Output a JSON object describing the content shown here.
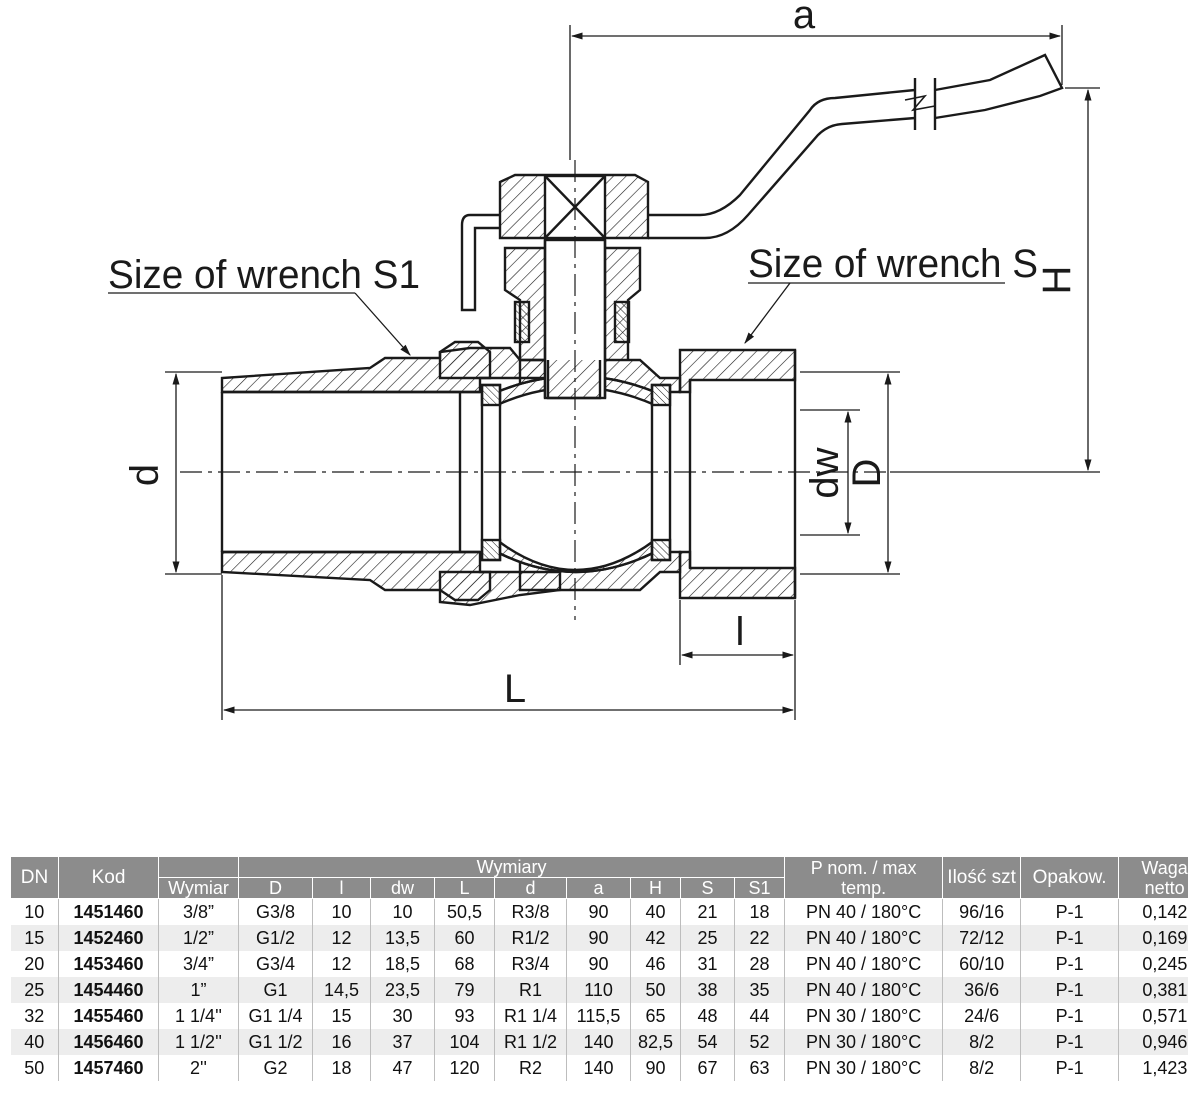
{
  "drawing": {
    "labels": {
      "a": "a",
      "H": "H",
      "d": "d",
      "dw": "dw",
      "D": "D",
      "l": "l",
      "L": "L",
      "wrench_s1": "Size of wrench S1",
      "wrench_s": "Size of wrench S"
    }
  },
  "table": {
    "headers": {
      "dn": "DN",
      "kod": "Kod",
      "wymiary": "Wymiary",
      "pnom_line1": "P nom. / max",
      "pnom_line2": "temp.",
      "ilosc": "Ilość szt",
      "opakow": "Opakow.",
      "waga_line1": "Waga",
      "waga_line2": "netto",
      "sub": [
        "Wymiar",
        "D",
        "l",
        "dw",
        "L",
        "d",
        "a",
        "H",
        "S",
        "S1"
      ]
    },
    "rows": [
      [
        "10",
        "1451460",
        "3/8”",
        "G3/8",
        "10",
        "10",
        "50,5",
        "R3/8",
        "90",
        "40",
        "21",
        "18",
        "PN 40 / 180°C",
        "96/16",
        "P-1",
        "0,142"
      ],
      [
        "15",
        "1452460",
        "1/2”",
        "G1/2",
        "12",
        "13,5",
        "60",
        "R1/2",
        "90",
        "42",
        "25",
        "22",
        "PN 40 / 180°C",
        "72/12",
        "P-1",
        "0,169"
      ],
      [
        "20",
        "1453460",
        "3/4”",
        "G3/4",
        "12",
        "18,5",
        "68",
        "R3/4",
        "90",
        "46",
        "31",
        "28",
        "PN 40 / 180°C",
        "60/10",
        "P-1",
        "0,245"
      ],
      [
        "25",
        "1454460",
        "1”",
        "G1",
        "14,5",
        "23,5",
        "79",
        "R1",
        "110",
        "50",
        "38",
        "35",
        "PN 40 / 180°C",
        "36/6",
        "P-1",
        "0,381"
      ],
      [
        "32",
        "1455460",
        "1 1/4''",
        "G1 1/4",
        "15",
        "30",
        "93",
        "R1 1/4",
        "115,5",
        "65",
        "48",
        "44",
        "PN 30 / 180°C",
        "24/6",
        "P-1",
        "0,571"
      ],
      [
        "40",
        "1456460",
        "1 1/2''",
        "G1 1/2",
        "16",
        "37",
        "104",
        "R1 1/2",
        "140",
        "82,5",
        "54",
        "52",
        "PN 30 / 180°C",
        "8/2",
        "P-1",
        "0,946"
      ],
      [
        "50",
        "1457460",
        "2''",
        "G2",
        "18",
        "47",
        "120",
        "R2",
        "140",
        "90",
        "67",
        "63",
        "PN 30 / 180°C",
        "8/2",
        "P-1",
        "1,423"
      ]
    ]
  }
}
